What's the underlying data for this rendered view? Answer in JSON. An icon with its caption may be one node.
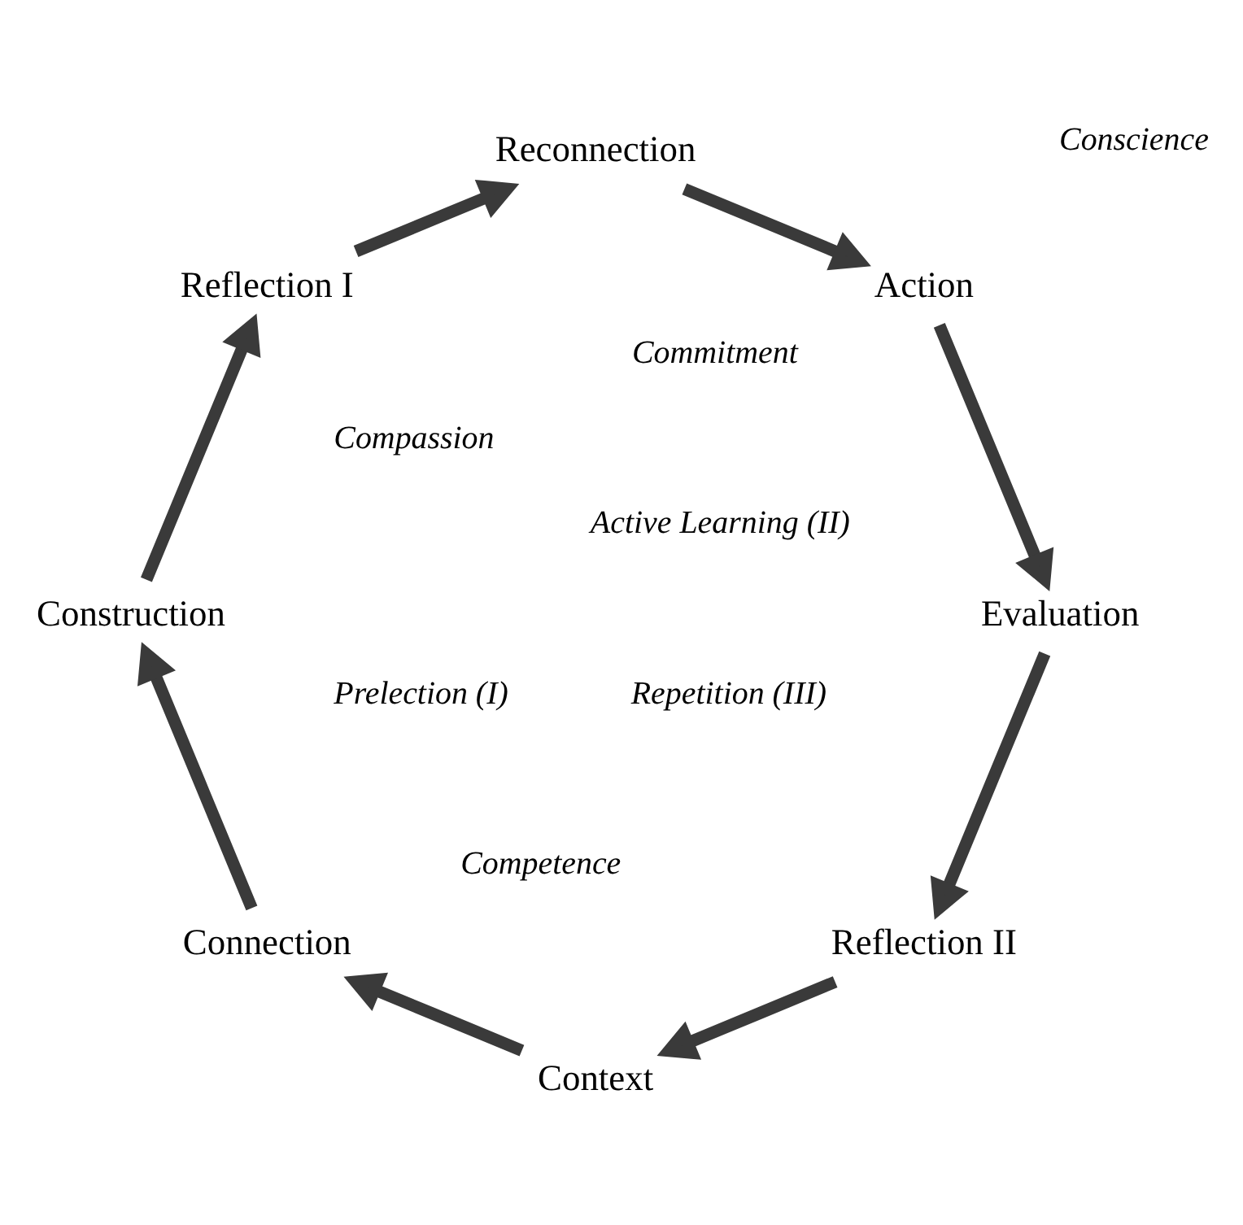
{
  "diagram": {
    "nodes": [
      {
        "text": [
          "Reflection II"
        ]
      },
      {
        "text": [
          "Context"
        ]
      },
      {
        "text": [
          "Evaluation"
        ]
      },
      {
        "text": [
          "Action"
        ]
      },
      {
        "text": [
          "Connection"
        ]
      },
      {
        "text": [
          "Reconnection"
        ]
      },
      {
        "text": [
          "Construction"
        ]
      },
      {
        "text": [
          "Reflection I"
        ]
      }
    ],
    "edges": [
      {
        "from": 0,
        "to": 1,
        "arrow": "to"
      },
      {
        "from": 1,
        "to": 4,
        "arrow": "to"
      },
      {
        "from": 4,
        "to": 6,
        "arrow": "to"
      },
      {
        "from": 6,
        "to": 7,
        "arrow": "to"
      },
      {
        "from": 7,
        "to": 5,
        "arrow": "to"
      },
      {
        "from": 5,
        "to": 3,
        "arrow": "to"
      },
      {
        "from": 3,
        "to": 2,
        "arrow": "to"
      },
      {
        "from": 2,
        "to": 0,
        "arrow": "to"
      }
    ],
    "labels": [
      "Commitment",
      "Repetition (III)",
      "Prelection (I)",
      "Compassion",
      "Competence",
      "Active Learning (II)",
      "Conscience"
    ]
  }
}
